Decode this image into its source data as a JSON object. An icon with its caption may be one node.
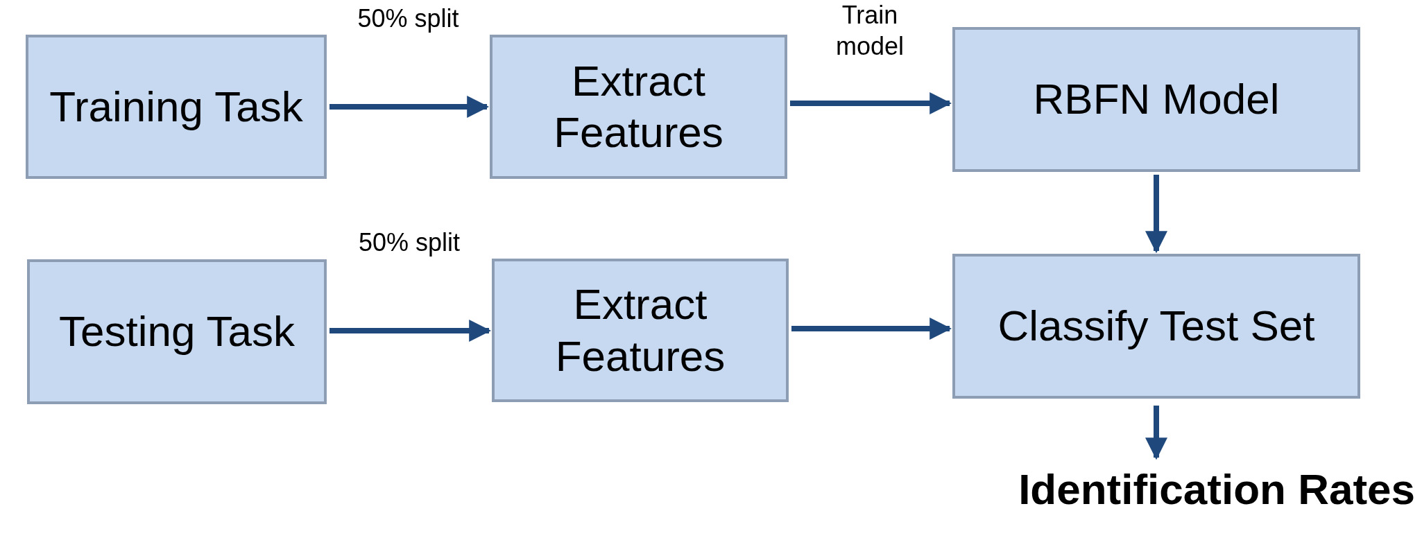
{
  "diagram": {
    "nodes": [
      {
        "text": [
          "Training Task"
        ]
      },
      {
        "text": [
          "Extract Features"
        ]
      },
      {
        "text": [
          "RBFN Model"
        ]
      },
      {
        "text": [
          "Testing Task"
        ]
      },
      {
        "text": [
          "Extract Features"
        ]
      },
      {
        "text": [
          "Classify Test Set"
        ]
      },
      {
        "text": [
          "Identification Rates"
        ]
      }
    ],
    "edges": [
      {
        "from": 0,
        "to": 1,
        "arrow": "to",
        "label": "50% split"
      },
      {
        "from": 1,
        "to": 2,
        "arrow": "to",
        "label": "Train model"
      },
      {
        "from": 2,
        "to": 5,
        "arrow": "to"
      },
      {
        "from": 3,
        "to": 4,
        "arrow": "to",
        "label": "50% split"
      },
      {
        "from": 4,
        "to": 5,
        "arrow": "to"
      },
      {
        "from": 5,
        "to": 6,
        "arrow": "to"
      }
    ]
  }
}
